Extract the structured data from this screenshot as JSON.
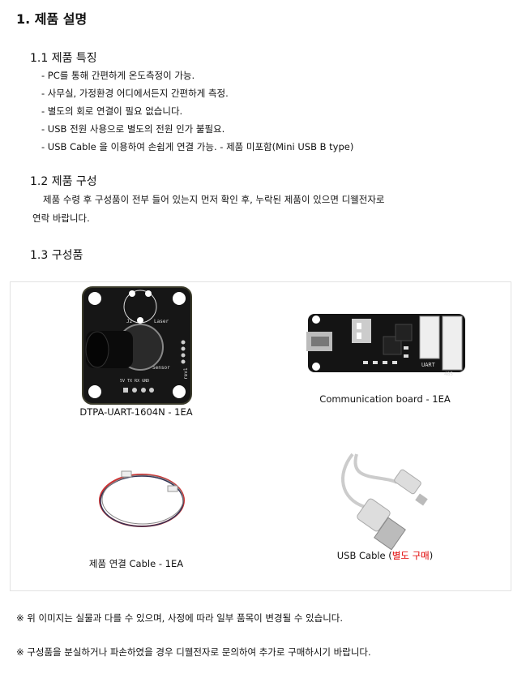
{
  "title": "1. 제품 설명",
  "features": {
    "heading": "1.1 제품 특징",
    "items": [
      "- PC를 통해 간편하게 온도측정이 가능.",
      "- 사무실, 가정환경 어디에서든지 간편하게 측정.",
      "- 별도의 회로 연결이 필요 없습니다.",
      "- USB 전원 사용으로 별도의 전원 인가 불필요.",
      "- USB Cable 을 이용하여 손쉽게 연결 가능. - 제품 미포함(Mini USB B type)"
    ]
  },
  "composition": {
    "heading": "1.2 제품 구성",
    "line1": "제품 수령 후 구성품이 전부 들어 있는지 먼저 확인 후, 누락된 제품이 있으면 디웰전자로",
    "line2": "연락 바랍니다."
  },
  "components": {
    "heading": "1.3 구성품",
    "items": [
      {
        "label": "DTPA-UART-1604N - 1EA"
      },
      {
        "label": "Communication board - 1EA"
      },
      {
        "label": "제품 연결 Cable - 1EA"
      },
      {
        "label": "USB Cable (",
        "label_red": "별도 구매",
        "label_end": ")"
      }
    ],
    "board_silk": {
      "laser": "Laser",
      "sensor": "Sensor",
      "rev": "rev1",
      "j2": "J2",
      "pins": "5V  TX  RX  GND",
      "uart": "UART",
      "rs": "485"
    }
  },
  "notes": [
    "※ 위 이미지는 실물과 다를 수 있으며, 사정에 따라 일부 품목이 변경될 수 있습니다.",
    "※ 구성품을 분실하거나 파손하였을 경우 디웰전자로 문의하여 추가로 구매하시기 바랍니다."
  ],
  "colors": {
    "accent_red": "#e00000",
    "frame_border": "#e2e2e2"
  }
}
